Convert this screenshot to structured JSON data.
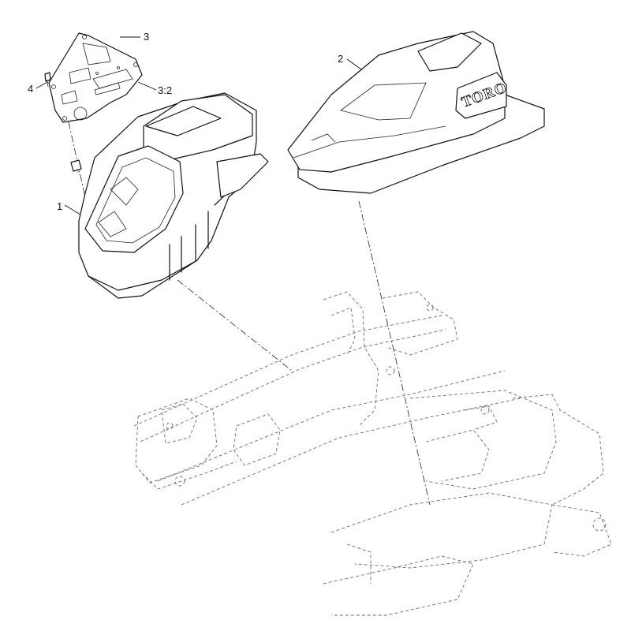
{
  "callouts": {
    "c1": "1",
    "c2": "2",
    "c3": "3",
    "c3_2": "3:2",
    "c4": "4"
  },
  "seat_logo": "TORO"
}
